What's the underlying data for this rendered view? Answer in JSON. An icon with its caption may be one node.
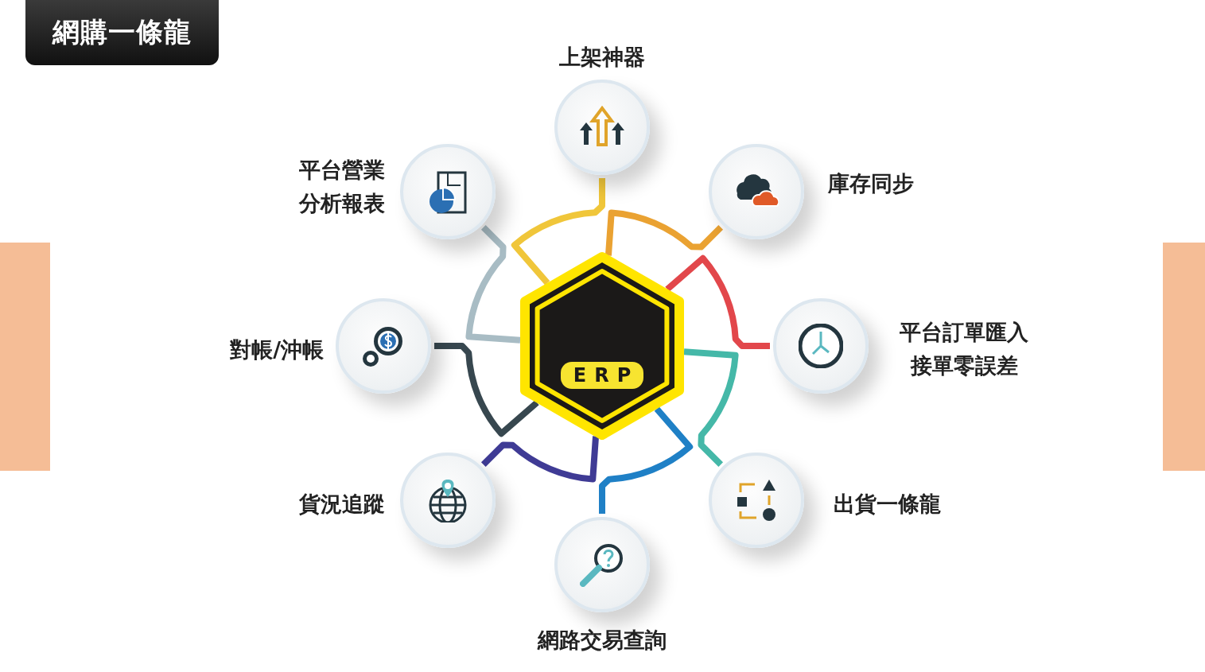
{
  "diagram": {
    "title": "網購一條龍",
    "nodes": [
      {
        "text": [
          "ERP"
        ]
      },
      {
        "text": [
          "上架神器"
        ]
      },
      {
        "text": [
          "平台營業分析報表"
        ]
      },
      {
        "text": [
          "庫存同步"
        ]
      },
      {
        "text": [
          "對帳/沖帳"
        ]
      },
      {
        "text": [
          "平台訂單匯入接單零誤差"
        ]
      },
      {
        "text": [
          "貨況追蹤"
        ]
      },
      {
        "text": [
          "出貨一條龍"
        ]
      },
      {
        "text": [
          "網路交易查詢"
        ]
      }
    ],
    "edges": [
      {
        "from": 0,
        "to": 1,
        "arrow": "none",
        "color": "#f0c63a"
      },
      {
        "from": 0,
        "to": 3,
        "arrow": "none",
        "color": "#eaa232"
      },
      {
        "from": 0,
        "to": 5,
        "arrow": "none",
        "color": "#e2474b"
      },
      {
        "from": 0,
        "to": 7,
        "arrow": "none",
        "color": "#45b8a8"
      },
      {
        "from": 0,
        "to": 8,
        "arrow": "none",
        "color": "#1f80c6"
      },
      {
        "from": 0,
        "to": 6,
        "arrow": "none",
        "color": "#3f3b95"
      },
      {
        "from": 0,
        "to": 4,
        "arrow": "none",
        "color": "#37474f"
      },
      {
        "from": 0,
        "to": 2,
        "arrow": "none",
        "color": "#a8bcc4"
      }
    ]
  }
}
